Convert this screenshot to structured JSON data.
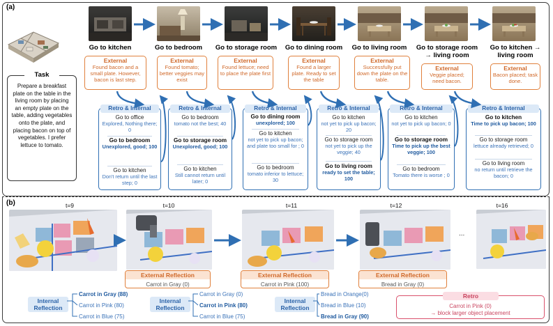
{
  "panel_a_label": "(a)",
  "panel_b_label": "(b)",
  "task": {
    "title": "Task",
    "text": "Prepare a breakfast plate on the table in the living room by placing an empty plate on the table, adding vegetables onto the plate, and placing bacon on top of vegetables. I prefer lettuce to tomato."
  },
  "steps": [
    {
      "label": "Go to kitchen"
    },
    {
      "label": "Go to bedroom"
    },
    {
      "label": "Go to storage room"
    },
    {
      "label": "Go to dining room"
    },
    {
      "label": "Go to living room"
    },
    {
      "label": "Go to storage room → living room"
    },
    {
      "label": "Go to kitchen → living room"
    }
  ],
  "external": [
    {
      "title": "External",
      "text": "Found bacon and a small plate. However, bacon is last step."
    },
    {
      "title": "External",
      "text": "Found tomato; better veggies may exist"
    },
    {
      "title": "External",
      "text": "Found lettuce; need to place the plate first"
    },
    {
      "title": "External",
      "text": "Found a larger plate. Ready to set the table"
    },
    {
      "title": "External",
      "text": "Successfully put down the plate on the table."
    },
    {
      "title": "External",
      "text": "Veggie placed; need bacon."
    },
    {
      "title": "External",
      "text": "Bacon placed; task done."
    }
  ],
  "retro": [
    {
      "title": "Retro & Internal",
      "options": [
        {
          "loc": "Go to office",
          "text": "Explored, Nothing there; 0",
          "best": false
        },
        {
          "loc": "Go to bedroom",
          "text": "Unexplored, good; 100",
          "best": true
        },
        {
          "loc": "Go to kitchen",
          "text": "Don't return until the last step; 0",
          "best": false
        }
      ]
    },
    {
      "title": "Retro & Internal",
      "options": [
        {
          "loc": "Go to bedroom",
          "text": "tomato not the best; 40",
          "best": false
        },
        {
          "loc": "Go to storage room",
          "text": "Unexplored, good; 100",
          "best": true
        },
        {
          "loc": "Go to kitchen",
          "text": "Still cannot return until later; 0",
          "best": false
        }
      ]
    },
    {
      "title": "Retro & Internal",
      "options": [
        {
          "loc": "Go to dining room",
          "text": "unexplored; 100",
          "best": true
        },
        {
          "loc": "Go to kitchen",
          "text": "not yet to pick up bacon; and plate too small for ; 0",
          "best": false
        },
        {
          "loc": "Go to bedroom",
          "text": "tomato inferior to lettuce; 30",
          "best": false
        }
      ]
    },
    {
      "title": "Retro & Internal",
      "options": [
        {
          "loc": "Go to kitchen",
          "text": "not yet to pick up bacon; 20",
          "best": false
        },
        {
          "loc": "Go to storage room",
          "text": "not yet to pick up the veggie; 40",
          "best": false
        },
        {
          "loc": "Go to living room",
          "text": "ready to set the table; 100",
          "best": true
        }
      ]
    },
    {
      "title": "Retro & Internal",
      "options": [
        {
          "loc": "Go to kitchen",
          "text": "not yet to pick up bacon; 0",
          "best": false
        },
        {
          "loc": "Go to storage room",
          "text": "Time to pick up the best veggie; 100",
          "best": true
        },
        {
          "loc": "Go to bedroom",
          "text": "Tomato there is worse ; 0",
          "best": false
        }
      ]
    },
    {
      "title": "Retro & Internal",
      "options": [
        {
          "loc": "Go to kitchen",
          "text": "Time to pick up bacon; 100",
          "best": true
        },
        {
          "loc": "Go to storage room",
          "text": "lettuce already retrieved; 0",
          "best": false
        },
        {
          "loc": "Go to living room",
          "text": "no return until retrieve the bacon; 0",
          "best": false
        }
      ]
    }
  ],
  "timesteps": [
    "t=9",
    "t=10",
    "t=11",
    "t=12",
    "t=16"
  ],
  "ellipsis": "...",
  "external_reflections": [
    {
      "title": "External Reflection",
      "text": "Carrot in Gray (0)"
    },
    {
      "title": "External Reflection",
      "text": "Carrot in Pink (100)"
    },
    {
      "title": "External Reflection",
      "text": "Bread in Gray (0)"
    }
  ],
  "internal_reflections": [
    {
      "label": "Internal Reflection",
      "options": [
        {
          "text": "Carrot in Gray (88)",
          "best": true
        },
        {
          "text": "Carrot in Pink (80)",
          "best": false
        },
        {
          "text": "Carrot in Blue (75)",
          "best": false
        }
      ]
    },
    {
      "label": "Internal Reflection",
      "options": [
        {
          "text": "Carrot in Gray (0)",
          "best": false
        },
        {
          "text": "Carrot in Pink (80)",
          "best": true
        },
        {
          "text": "Carrot in Blue (75)",
          "best": false
        }
      ]
    },
    {
      "label": "Internal Reflection",
      "options": [
        {
          "text": "Bread in Orange(0)",
          "best": false
        },
        {
          "text": "Bread in Blue (10)",
          "best": false
        },
        {
          "text": "Bread in Gray (90)",
          "best": true
        }
      ]
    }
  ],
  "retro_b": {
    "title": "Retro",
    "line1": "Carrot in Pink (0)",
    "line2": "→ block larger  object placement"
  },
  "colors": {
    "external": "#e0803c",
    "retro": "#2f6fb3",
    "retro_b": "#d9506b",
    "arrow": "#2f6fb3"
  }
}
